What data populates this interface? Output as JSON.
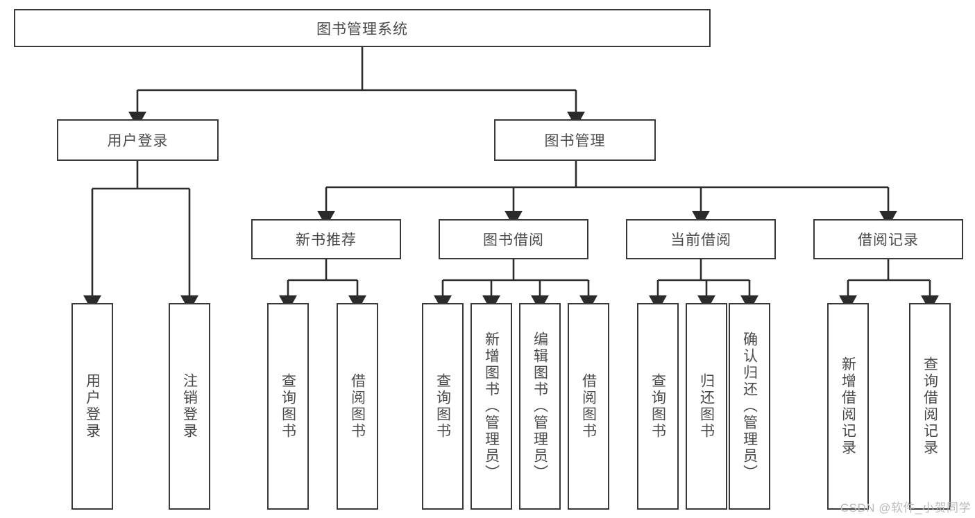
{
  "diagram": {
    "title": "图书管理系统",
    "type": "tree-hierarchy-diagram",
    "colors": {
      "box_border": "#3a3a3a",
      "box_fill": "#ffffff",
      "connector": "#2b2b2b",
      "text": "#4a4a4a",
      "watermark": "#b9b9b9",
      "background": "#ffffff"
    },
    "levels": {
      "root": {
        "label": "图书管理系统"
      },
      "level2": [
        {
          "label": "用户登录"
        },
        {
          "label": "图书管理"
        }
      ],
      "level3": [
        {
          "label": "新书推荐"
        },
        {
          "label": "图书借阅"
        },
        {
          "label": "当前借阅"
        },
        {
          "label": "借阅记录"
        }
      ],
      "leaves": {
        "user_login": [
          {
            "label": "用户登录"
          },
          {
            "label": "注销登录"
          }
        ],
        "new_book_recommend": [
          {
            "label": "查询图书"
          },
          {
            "label": "借阅图书"
          }
        ],
        "book_borrow": [
          {
            "label": "查询图书"
          },
          {
            "label": "新增图书（管理员）"
          },
          {
            "label": "编辑图书（管理员）"
          },
          {
            "label": "借阅图书"
          }
        ],
        "current_borrow": [
          {
            "label": "查询图书"
          },
          {
            "label": "归还图书"
          },
          {
            "label": "确认归还（管理员）"
          }
        ],
        "borrow_record": [
          {
            "label": "新增借阅记录"
          },
          {
            "label": "查询借阅记录"
          }
        ]
      }
    }
  },
  "watermark": {
    "text": "CSDN @软件_小贺同学"
  }
}
